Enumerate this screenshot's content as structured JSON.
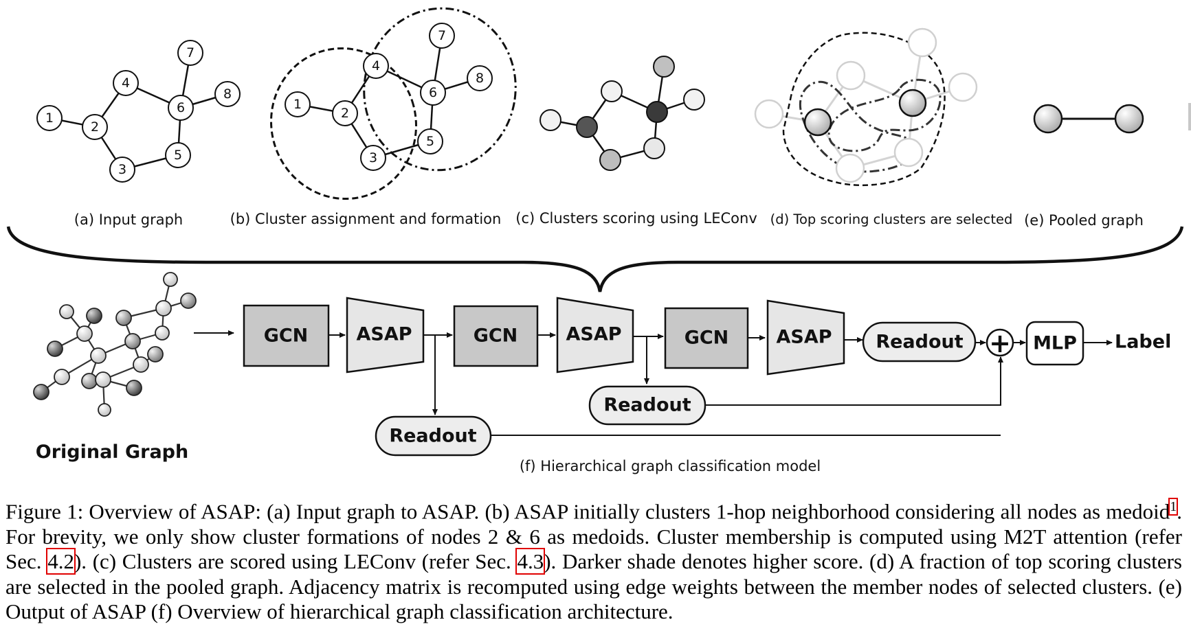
{
  "figure": {
    "panels": {
      "a_caption": "(a) Input graph",
      "b_caption": "(b) Cluster assignment and formation",
      "c_caption": "(c) Clusters scoring using LEConv",
      "d_caption": "(d) Top scoring clusters are selected",
      "e_caption": "(e) Pooled graph",
      "f_caption": "(f) Hierarchical graph classification model"
    },
    "node_labels": [
      "1",
      "2",
      "3",
      "4",
      "5",
      "6",
      "7",
      "8"
    ],
    "pipeline": {
      "original_graph_label": "Original Graph",
      "gcn_label": "GCN",
      "asap_label": "ASAP",
      "readout_label": "Readout",
      "sum_symbol": "+",
      "mlp_label": "MLP",
      "output_label": "Label"
    }
  },
  "caption": {
    "lead": "Figure 1:  Overview of ASAP: (a) Input graph to ASAP. (b) ASAP initially clusters 1-hop neighborhood considering all nodes as medoid",
    "footnote": "1",
    "part2": ". For brevity, we only show cluster formations of nodes 2 & 6 as medoids. Cluster membership is computed using M2T attention (refer Sec. ",
    "ref1": "4.2",
    "part3": "). (c) Clusters are scored using LEConv (refer Sec. ",
    "ref2": "4.3",
    "part4": "). Darker shade denotes higher score. (d) A fraction of top scoring clusters are selected in the pooled graph. Adjacency matrix is recomputed using edge weights between the member nodes of selected clusters. (e) Output of ASAP (f) Overview of hierarchical graph classification architecture."
  },
  "colors": {
    "gcn_fill": "#c8c8c8",
    "asap_fill": "#e6e6e6",
    "readout_fill": "#ededed",
    "node_dark": "#4a4a4a",
    "node_mid": "#b4b4b4",
    "node_light": "#efefef",
    "ref_box": "#e00000"
  }
}
